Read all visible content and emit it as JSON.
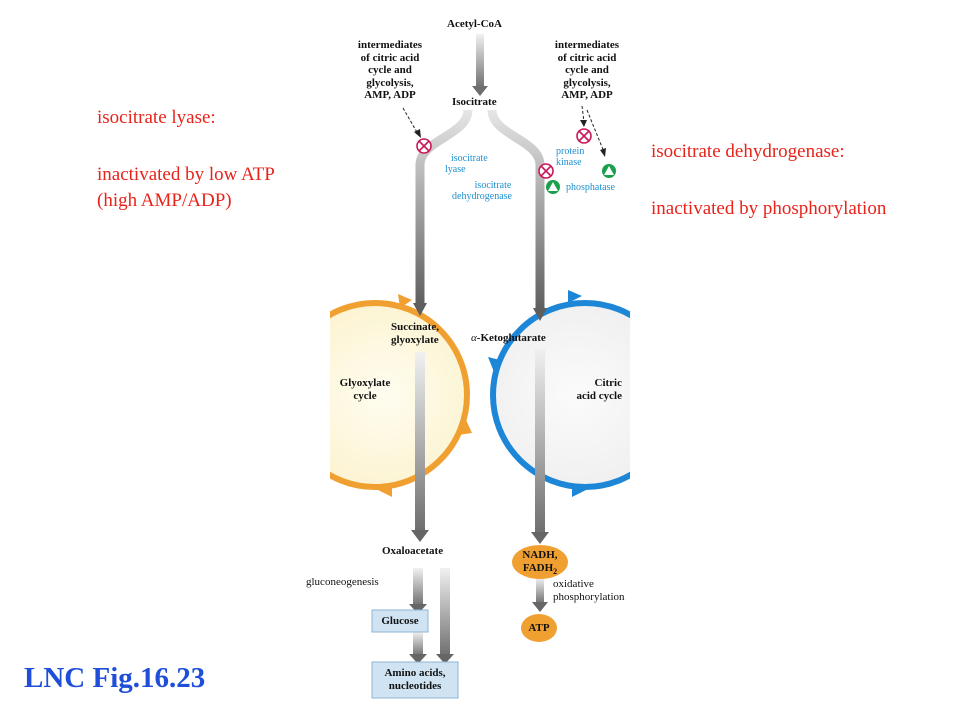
{
  "left_note": {
    "title": "isocitrate lyase:",
    "line1": "inactivated by low ATP",
    "line2": "(high AMP/ADP)"
  },
  "right_note": {
    "title": "isocitrate dehydrogenase:",
    "line1": "inactivated by phosphorylation"
  },
  "figure_caption": "LNC Fig.16.23",
  "metabolites": {
    "acetyl_coa": "Acetyl-CoA",
    "isocitrate": "Isocitrate",
    "succinate_line1": "Succinate,",
    "succinate_line2": "glyoxylate",
    "ketoglutarate": "-Ketoglutarate",
    "alpha": "α",
    "oxaloacetate": "Oxaloacetate",
    "glucose": "Glucose",
    "amino_line1": "Amino acids,",
    "amino_line2": "nucleotides",
    "nadh": "NADH,",
    "fadh": "FADH",
    "fadh_sub": "2",
    "atp": "ATP"
  },
  "cycles": {
    "glyoxylate_line1": "Glyoxylate",
    "glyoxylate_line2": "cycle",
    "citric_line1": "Citric",
    "citric_line2": "acid cycle"
  },
  "regulators": {
    "left": [
      "intermediates",
      "of citric acid",
      "cycle and",
      "glycolysis,",
      "AMP, ADP"
    ],
    "right": [
      "intermediates",
      "of citric acid",
      "cycle and",
      "glycolysis,",
      "AMP, ADP"
    ]
  },
  "enzymes": {
    "lyase_line1": "isocitrate",
    "lyase_line2": "lyase",
    "dehydrogenase_line1": "isocitrate",
    "dehydrogenase_line2": "dehydrogenase",
    "kinase_line1": "protein",
    "kinase_line2": "kinase",
    "phosphatase": "phosphatase"
  },
  "processes": {
    "gluconeogenesis": "gluconeogenesis",
    "oxphos_line1": "oxidative",
    "oxphos_line2": "phosphorylation"
  },
  "colors": {
    "red_text": "#e8231a",
    "caption": "#1f4fd8",
    "glyoxylate_arc": "#f0a030",
    "citric_arc": "#1e86d6",
    "inhibitor": "#c8185a",
    "activator": "#1aa04a",
    "enzyme_text": "#1f8fd0",
    "cofactor_fill": "#f0a030",
    "box_fill": "#cfe3f2"
  }
}
